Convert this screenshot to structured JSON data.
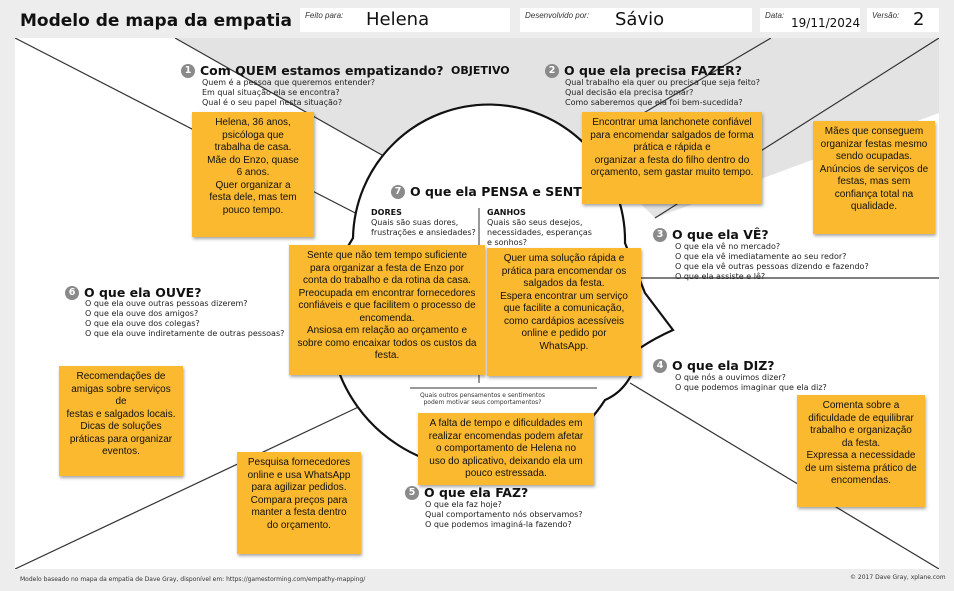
{
  "header": {
    "title": "Modelo de mapa da empatia",
    "for_label": "Feito para:",
    "for_value": "Helena",
    "by_label": "Desenvolvido por:",
    "by_value": "Sávio",
    "date_label": "Data:",
    "date_value": "19/11/2024",
    "version_label": "Versão:",
    "version_value": "2"
  },
  "objective": "OBJETIVO",
  "sections": {
    "who": {
      "num": "1",
      "title": "Com QUEM estamos empatizando?",
      "questions": "Quem é a pessoa que queremos entender?\nEm qual situação ela se encontra?\nQual é o seu papel nesta situação?"
    },
    "do": {
      "num": "2",
      "title": "O que ela precisa FAZER?",
      "questions": "Qual trabalho ela quer ou precisa que seja feito?\nQual decisão ela precisa tomar?\nComo saberemos que ela foi bem-sucedida?"
    },
    "see": {
      "num": "3",
      "title": "O que ela VÊ?",
      "questions": "O que ela vê no mercado?\nO que ela vê imediatamente ao seu redor?\nO que ela vê outras pessoas dizendo e fazendo?\nO que ela assiste e lê?"
    },
    "say": {
      "num": "4",
      "title": "O que ela DIZ?",
      "questions": "O que nós a ouvimos dizer?\nO que podemos imaginar que ela diz?"
    },
    "does": {
      "num": "5",
      "title": "O que ela FAZ?",
      "questions": "O que ela faz hoje?\nQual comportamento nós observamos?\nO que podemos imaginá-la fazendo?"
    },
    "hear": {
      "num": "6",
      "title": "O que ela OUVE?",
      "questions": "O que ela ouve outras pessoas dizerem?\nO que ela ouve dos amigos?\nO que ela ouve dos colegas?\nO que ela ouve indiretamente de outras pessoas?"
    },
    "think": {
      "num": "7",
      "title": "O que ela PENSA e SENTE?",
      "pains_label": "DORES",
      "pains_q": "Quais são suas dores,\nfrustrações e ansiedades?",
      "gains_label": "GANHOS",
      "gains_q": "Quais são seus desejos,\nnecessidades, esperanças\ne sonhos?",
      "other_q": "Quais outros pensamentos e sentimentos\npodem motivar seus comportamentos?"
    }
  },
  "notes": {
    "who": "Helena, 36 anos,\npsicóloga que\ntrabalha de casa.\nMãe do Enzo, quase\n6 anos.\nQuer organizar a\nfesta dele, mas tem\npouco tempo.",
    "do": "Encontrar uma lanchonete confiável\npara encomendar salgados de forma\nprática e rápida e\norganizar a festa do filho dentro do\norçamento, sem gastar muito tempo.",
    "see": "Mães que conseguem\norganizar festas mesmo\nsendo ocupadas.\nAnúncios de serviços de\nfestas, mas sem\nconfiança total na\nqualidade.",
    "pains": "Sente que não tem tempo suficiente\npara organizar a festa de Enzo por\nconta do trabalho e da rotina da casa.\nPreocupada em encontrar fornecedores\nconfiáveis e que facilitem o processo de\nencomenda.\nAnsiosa em relação ao orçamento e\nsobre como encaixar todos os custos da\nfesta.",
    "gains": "Quer uma solução rápida e\nprática para encomendar os\nsalgados da festa.\nEspera encontrar um serviço\nque facilite a comunicação,\ncomo cardápios acessíveis\nonline e pedido por\nWhatsApp.",
    "other": "A falta de tempo e dificuldades em\nrealizar encomendas podem afetar\no comportamento de Helena no\nuso do aplicativo, deixando ela um\npouco estressada.",
    "hear": "Recomendações de\namigas sobre serviços de\nfestas e salgados locais.\nDicas de soluções\npráticas para organizar\neventos.",
    "does": "Pesquisa fornecedores\nonline e usa WhatsApp\npara agilizar pedidos.\nCompara preços para\nmanter a festa dentro\ndo orçamento.",
    "say": "Comenta sobre a\ndificuldade de equilibrar\ntrabalho e organização\nda festa.\nExpressa a necessidade\nde um sistema prático de\nencomendas."
  },
  "footer": {
    "left": "Modelo baseado no mapa da empatia de Dave Gray, disponível em: https://gamestorming.com/empathy-mapping/",
    "right": "© 2017 Dave Gray, xplane.com"
  }
}
